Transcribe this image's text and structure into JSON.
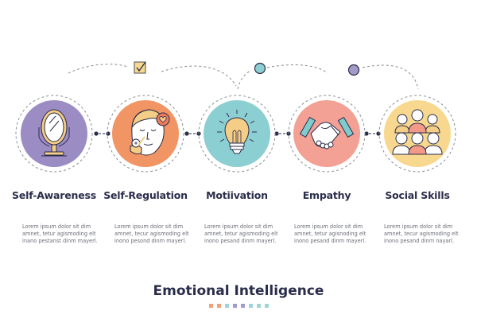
{
  "title": "Emotional Intelligence",
  "accent_dots": [
    {
      "color": "#f1a07a"
    },
    {
      "color": "#f1a07a"
    },
    {
      "color": "#9fd4d6"
    },
    {
      "color": "#a49ac8"
    },
    {
      "color": "#a49ac8"
    },
    {
      "color": "#9fd4d6"
    },
    {
      "color": "#9fd4d6"
    },
    {
      "color": "#9fd4d6"
    }
  ],
  "steps": [
    {
      "title": "Self-Awareness",
      "icon": "mirror-icon",
      "color": "#9c8cc4",
      "description": [
        "Lorem ipsum dolor sit dim",
        "amnet, tetur agismoding elt",
        "inano pestanst dinm mayerl."
      ]
    },
    {
      "title": "Self-Regulation",
      "icon": "calm-face-icon",
      "color": "#f29564",
      "description": [
        "Lorem ipsum dolor sit dim",
        "amnet, tecur agismoding elt",
        "inono pesond dinm mayerl."
      ]
    },
    {
      "title": "Motiivation",
      "icon": "lightbulb-icon",
      "color": "#8ccfd2",
      "description": [
        "Lorem ipsum dolor sit dim",
        "amnet, tetur agismoding elt",
        "inono pesand dinm mayerl."
      ]
    },
    {
      "title": "Empathy",
      "icon": "handshake-icon",
      "color": "#f4a195",
      "description": [
        "Lorem ipsum dolor sit dim",
        "amnet, tetur agisnoding elt",
        "inono pesand dinm mayerl."
      ]
    },
    {
      "title": "Social Skills",
      "icon": "group-people-icon",
      "color": "#f7d88e",
      "description": [
        "Lorem ipsum dolor sit dim",
        "amnet, tecur agismoding elt",
        "inono pesand dinm nayarl."
      ]
    }
  ],
  "connectors": {
    "checkbox_color": "#f7d88e",
    "node_teal": "#8ccfd2",
    "node_purple": "#a49ac8",
    "line_color": "#7a7c88",
    "dark": "#2a2d4a"
  }
}
